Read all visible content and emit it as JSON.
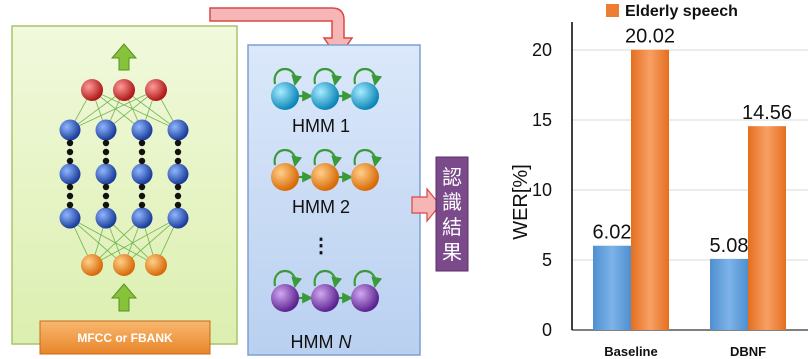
{
  "dnn_panel": {
    "input_label": "MFCC or FBANK"
  },
  "hmm_panel": {
    "models": [
      {
        "label": "HMM 1",
        "color": "#1ea8d6"
      },
      {
        "label": "HMM 2",
        "color": "#f08a1c"
      },
      {
        "label": "HMM N",
        "color": "#7b3fa8"
      }
    ],
    "ellipsis": "⋮"
  },
  "result_box": {
    "text": "認識結果"
  },
  "colors": {
    "dnn_panel_bg": "#e8f4c8",
    "hmm_panel_bg": "#cfe0f6",
    "result_box_bg": "#7a4a8a",
    "input_box_bg": "#f2a04a",
    "series_blue": "#5b9bd5",
    "series_orange": "#ed7d31"
  },
  "chart_data": {
    "type": "bar",
    "categories": [
      "Baseline",
      "DBNF"
    ],
    "series": [
      {
        "name": "",
        "values": [
          6.02,
          5.08
        ]
      },
      {
        "name": "Elderly speech",
        "values": [
          20.02,
          14.56
        ]
      }
    ],
    "ylabel": "WER[%]",
    "ylim": [
      0,
      22
    ],
    "yticks": [
      0,
      5,
      10,
      15,
      20
    ],
    "legend": "top-right",
    "grid": true
  }
}
